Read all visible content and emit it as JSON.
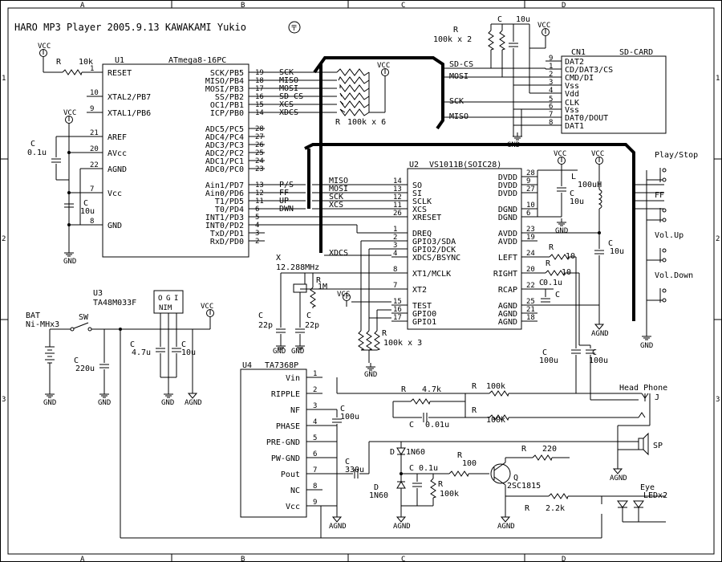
{
  "title": "HARO MP3 Player 2005.9.13  KAWAKAMI Yukio",
  "grid": {
    "cols": [
      "A",
      "B",
      "C",
      "D"
    ],
    "rows": [
      "1",
      "2",
      "3"
    ]
  },
  "u1": {
    "ref": "U1",
    "part": "ATmega8-16PC",
    "left_pins": [
      {
        "num": "1",
        "name": "RESET"
      },
      {
        "num": "10",
        "name": "XTAL2/PB7"
      },
      {
        "num": "9",
        "name": "XTAL1/PB6"
      },
      {
        "num": "21",
        "name": "AREF"
      },
      {
        "num": "20",
        "name": "AVcc"
      },
      {
        "num": "22",
        "name": "AGND"
      },
      {
        "num": "7",
        "name": "Vcc"
      },
      {
        "num": "8",
        "name": "GND"
      }
    ],
    "right_pins": [
      {
        "num": "19",
        "name": "SCK/PB5",
        "net": "SCK"
      },
      {
        "num": "18",
        "name": "MISO/PB4",
        "net": "MISO"
      },
      {
        "num": "17",
        "name": "MOSI/PB3",
        "net": "MOSI"
      },
      {
        "num": "16",
        "name": "SS/PB2",
        "net": "SD-CS"
      },
      {
        "num": "15",
        "name": "OC1/PB1",
        "net": "XCS"
      },
      {
        "num": "14",
        "name": "ICP/PB0",
        "net": "XDCS"
      },
      {
        "num": "28",
        "name": "ADC5/PC5",
        "net": ""
      },
      {
        "num": "27",
        "name": "ADC4/PC4",
        "net": ""
      },
      {
        "num": "26",
        "name": "ADC3/PC3",
        "net": ""
      },
      {
        "num": "25",
        "name": "ADC2/PC2",
        "net": ""
      },
      {
        "num": "24",
        "name": "ADC1/PC1",
        "net": ""
      },
      {
        "num": "23",
        "name": "ADC0/PC0",
        "net": ""
      },
      {
        "num": "13",
        "name": "Ain1/PD7",
        "net": "P/S"
      },
      {
        "num": "12",
        "name": "Ain0/PD6",
        "net": "FF"
      },
      {
        "num": "11",
        "name": "T1/PD5",
        "net": "UP"
      },
      {
        "num": "6",
        "name": "T0/PD4",
        "net": "DWN"
      },
      {
        "num": "5",
        "name": "INT1/PD3",
        "net": ""
      },
      {
        "num": "4",
        "name": "INT0/PD2",
        "net": ""
      },
      {
        "num": "3",
        "name": "TxD/PD1",
        "net": ""
      },
      {
        "num": "2",
        "name": "RxD/PD0",
        "net": ""
      }
    ]
  },
  "u2": {
    "ref": "U2",
    "part": "VS1011B(SOIC28)",
    "left_pins": [
      {
        "num": "14",
        "name": "SO",
        "net": "MISO"
      },
      {
        "num": "13",
        "name": "SI",
        "net": "MOSI"
      },
      {
        "num": "12",
        "name": "SCLK",
        "net": "SCK"
      },
      {
        "num": "11",
        "name": "XCS",
        "net": "XCS"
      },
      {
        "num": "26",
        "name": "XRESET",
        "net": ""
      },
      {
        "num": "1",
        "name": "DREQ",
        "net": ""
      },
      {
        "num": "2",
        "name": "GPIO3/SDA",
        "net": ""
      },
      {
        "num": "3",
        "name": "GPIO2/DCK",
        "net": ""
      },
      {
        "num": "4",
        "name": "XDCS/BSYNC",
        "net": "XDCS"
      },
      {
        "num": "8",
        "name": "XT1/MCLK",
        "net": ""
      },
      {
        "num": "7",
        "name": "XT2",
        "net": ""
      },
      {
        "num": "15",
        "name": "TEST",
        "net": ""
      },
      {
        "num": "16",
        "name": "GPIO0",
        "net": ""
      },
      {
        "num": "17",
        "name": "GPIO1",
        "net": ""
      }
    ],
    "right_pins": [
      {
        "num": "28",
        "name": "DVDD"
      },
      {
        "num": "9",
        "name": "DVDD"
      },
      {
        "num": "27",
        "name": "DVDD"
      },
      {
        "num": "10",
        "name": "DGND"
      },
      {
        "num": "6",
        "name": "DGND"
      },
      {
        "num": "23",
        "name": "AVDD"
      },
      {
        "num": "19",
        "name": "AVDD"
      },
      {
        "num": "24",
        "name": "LEFT"
      },
      {
        "num": "20",
        "name": "RIGHT"
      },
      {
        "num": "22",
        "name": "RCAP"
      },
      {
        "num": "25",
        "name": "AGND"
      },
      {
        "num": "21",
        "name": "AGND"
      },
      {
        "num": "18",
        "name": "AGND"
      }
    ]
  },
  "u3": {
    "ref": "U3",
    "part": "TA48M033F",
    "pins": {
      "in": "I",
      "gnd": "G",
      "out": "O"
    },
    "dots": "NIM"
  },
  "u4": {
    "ref": "U4",
    "part": "TA7368P",
    "pins": [
      {
        "num": "1",
        "name": "Vin"
      },
      {
        "num": "2",
        "name": "RIPPLE"
      },
      {
        "num": "3",
        "name": "NF"
      },
      {
        "num": "4",
        "name": "PHASE"
      },
      {
        "num": "5",
        "name": "PRE-GND"
      },
      {
        "num": "6",
        "name": "PW-GND"
      },
      {
        "num": "7",
        "name": "Pout"
      },
      {
        "num": "8",
        "name": "NC"
      },
      {
        "num": "9",
        "name": "Vcc"
      }
    ]
  },
  "cn1": {
    "ref": "CN1",
    "part": "SD-CARD",
    "pins": [
      {
        "num": "9",
        "name": "DAT2"
      },
      {
        "num": "1",
        "name": "CD/DAT3/CS",
        "net": "SD-CS"
      },
      {
        "num": "2",
        "name": "CMD/DI",
        "net": "MOSI"
      },
      {
        "num": "3",
        "name": "Vss",
        "net": ""
      },
      {
        "num": "4",
        "name": "Vdd",
        "net": ""
      },
      {
        "num": "5",
        "name": "CLK",
        "net": "SCK"
      },
      {
        "num": "6",
        "name": "Vss",
        "net": ""
      },
      {
        "num": "7",
        "name": "DAT0/DOUT",
        "net": "MISO"
      },
      {
        "num": "8",
        "name": "DAT1",
        "net": ""
      }
    ]
  },
  "passives": {
    "r_reset": {
      "ref": "R",
      "value": "10k"
    },
    "c_aref": {
      "ref": "C",
      "value": "0.1u"
    },
    "c_vcc": {
      "ref": "C",
      "value": "10u"
    },
    "r_spi": {
      "ref": "R",
      "value": "100k x 6"
    },
    "r_sd": {
      "ref": "R",
      "value": "100k x 2"
    },
    "c_sd": {
      "ref": "C",
      "value": "10u"
    },
    "l_avdd": {
      "ref": "L",
      "value": "100uH"
    },
    "c_dvdd": {
      "ref": "C",
      "value": "10u"
    },
    "c_avdd": {
      "ref": "C",
      "value": "10u"
    },
    "xtal": {
      "ref": "X",
      "value": "12.288MHz"
    },
    "r_xtal": {
      "ref": "R",
      "value": "1M"
    },
    "c_x1": {
      "ref": "C",
      "value": "22p"
    },
    "c_x2": {
      "ref": "C",
      "value": "22p"
    },
    "r_gpio": {
      "ref": "R",
      "value": "100k x 3"
    },
    "r_left": {
      "ref": "R",
      "value": "10"
    },
    "r_right": {
      "ref": "R",
      "value": "10"
    },
    "c_rcap": {
      "ref": "C",
      "value": "0.1u"
    },
    "c_rcap2": {
      "ref": "C",
      "value": ""
    },
    "c_out1": {
      "ref": "C",
      "value": "100u"
    },
    "c_out2": {
      "ref": "C",
      "value": "100u"
    },
    "c_bat": {
      "ref": "C",
      "value": "220u"
    },
    "c_reg_in": {
      "ref": "C",
      "value": "4.7u"
    },
    "c_reg_out": {
      "ref": "C",
      "value": "10u"
    },
    "r_amp": {
      "ref": "R",
      "value": "4.7k"
    },
    "c_amp": {
      "ref": "C",
      "value": "0.01u"
    },
    "r_hp1": {
      "ref": "R",
      "value": "100k"
    },
    "r_hp2": {
      "ref": "R",
      "value": "100k"
    },
    "c_nf": {
      "ref": "C",
      "value": "100u"
    },
    "c_pout": {
      "ref": "C",
      "value": "330u"
    },
    "c_det": {
      "ref": "C",
      "value": "0.1u"
    },
    "r_det": {
      "ref": "R",
      "value": "100k"
    },
    "r_base": {
      "ref": "R",
      "value": "100"
    },
    "r_coll": {
      "ref": "R",
      "value": "220"
    },
    "r_led": {
      "ref": "R",
      "value": "2.2k"
    }
  },
  "diodes": [
    {
      "ref": "D",
      "value": "1N60"
    },
    {
      "ref": "D",
      "value": "1N60"
    }
  ],
  "transistor": {
    "ref": "Q",
    "value": "2SC1815"
  },
  "leds": {
    "label1": "Eye",
    "label2": "LEDx2"
  },
  "battery": {
    "label1": "BAT",
    "label2": "Ni-MHx3"
  },
  "switch": {
    "label": "SW"
  },
  "buttons": [
    "Play/Stop",
    "FF",
    "Vol.Up",
    "Vol.Down"
  ],
  "headphone": {
    "label": "Head Phone",
    "jack": "J"
  },
  "speaker": {
    "label": "SP"
  },
  "power_labels": {
    "vcc": "VCC",
    "gnd": "GND",
    "agnd": "AGND"
  }
}
